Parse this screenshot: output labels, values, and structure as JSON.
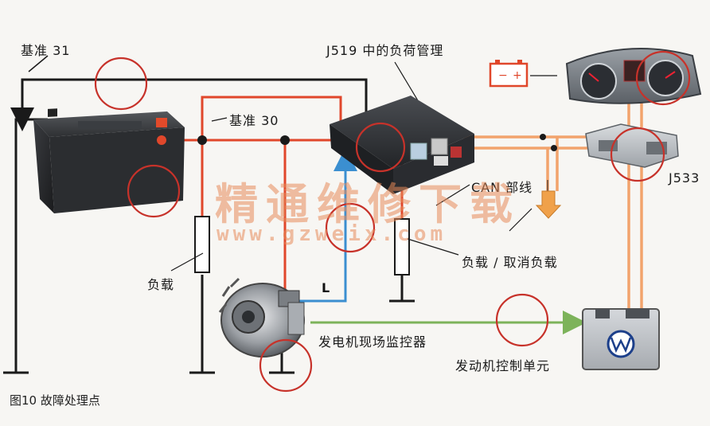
{
  "labels": {
    "ref31": "基准 31",
    "ref30": "基准 30",
    "j519": "J519 中的负荷管理",
    "can": "CAN 部线",
    "j533": "J533",
    "load": "负载",
    "load_cancel": "负载 / 取消负载",
    "gen_monitor": "发电机现场监控器",
    "ecu": "发动机控制单元",
    "L": "L"
  },
  "caption": "图10   故障处理点",
  "watermark": {
    "text_cn": "精通维修下载",
    "url": "www.gzweix.com"
  },
  "battery_icon": {
    "minus": "−",
    "plus": "+"
  },
  "colors": {
    "red_wire": "#e0472b",
    "orange_wire": "#f2a36c",
    "black_wire": "#1a1a1a",
    "blue_wire": "#3b8fd0",
    "green_wire": "#7db35a",
    "circle": "#c7322a"
  }
}
